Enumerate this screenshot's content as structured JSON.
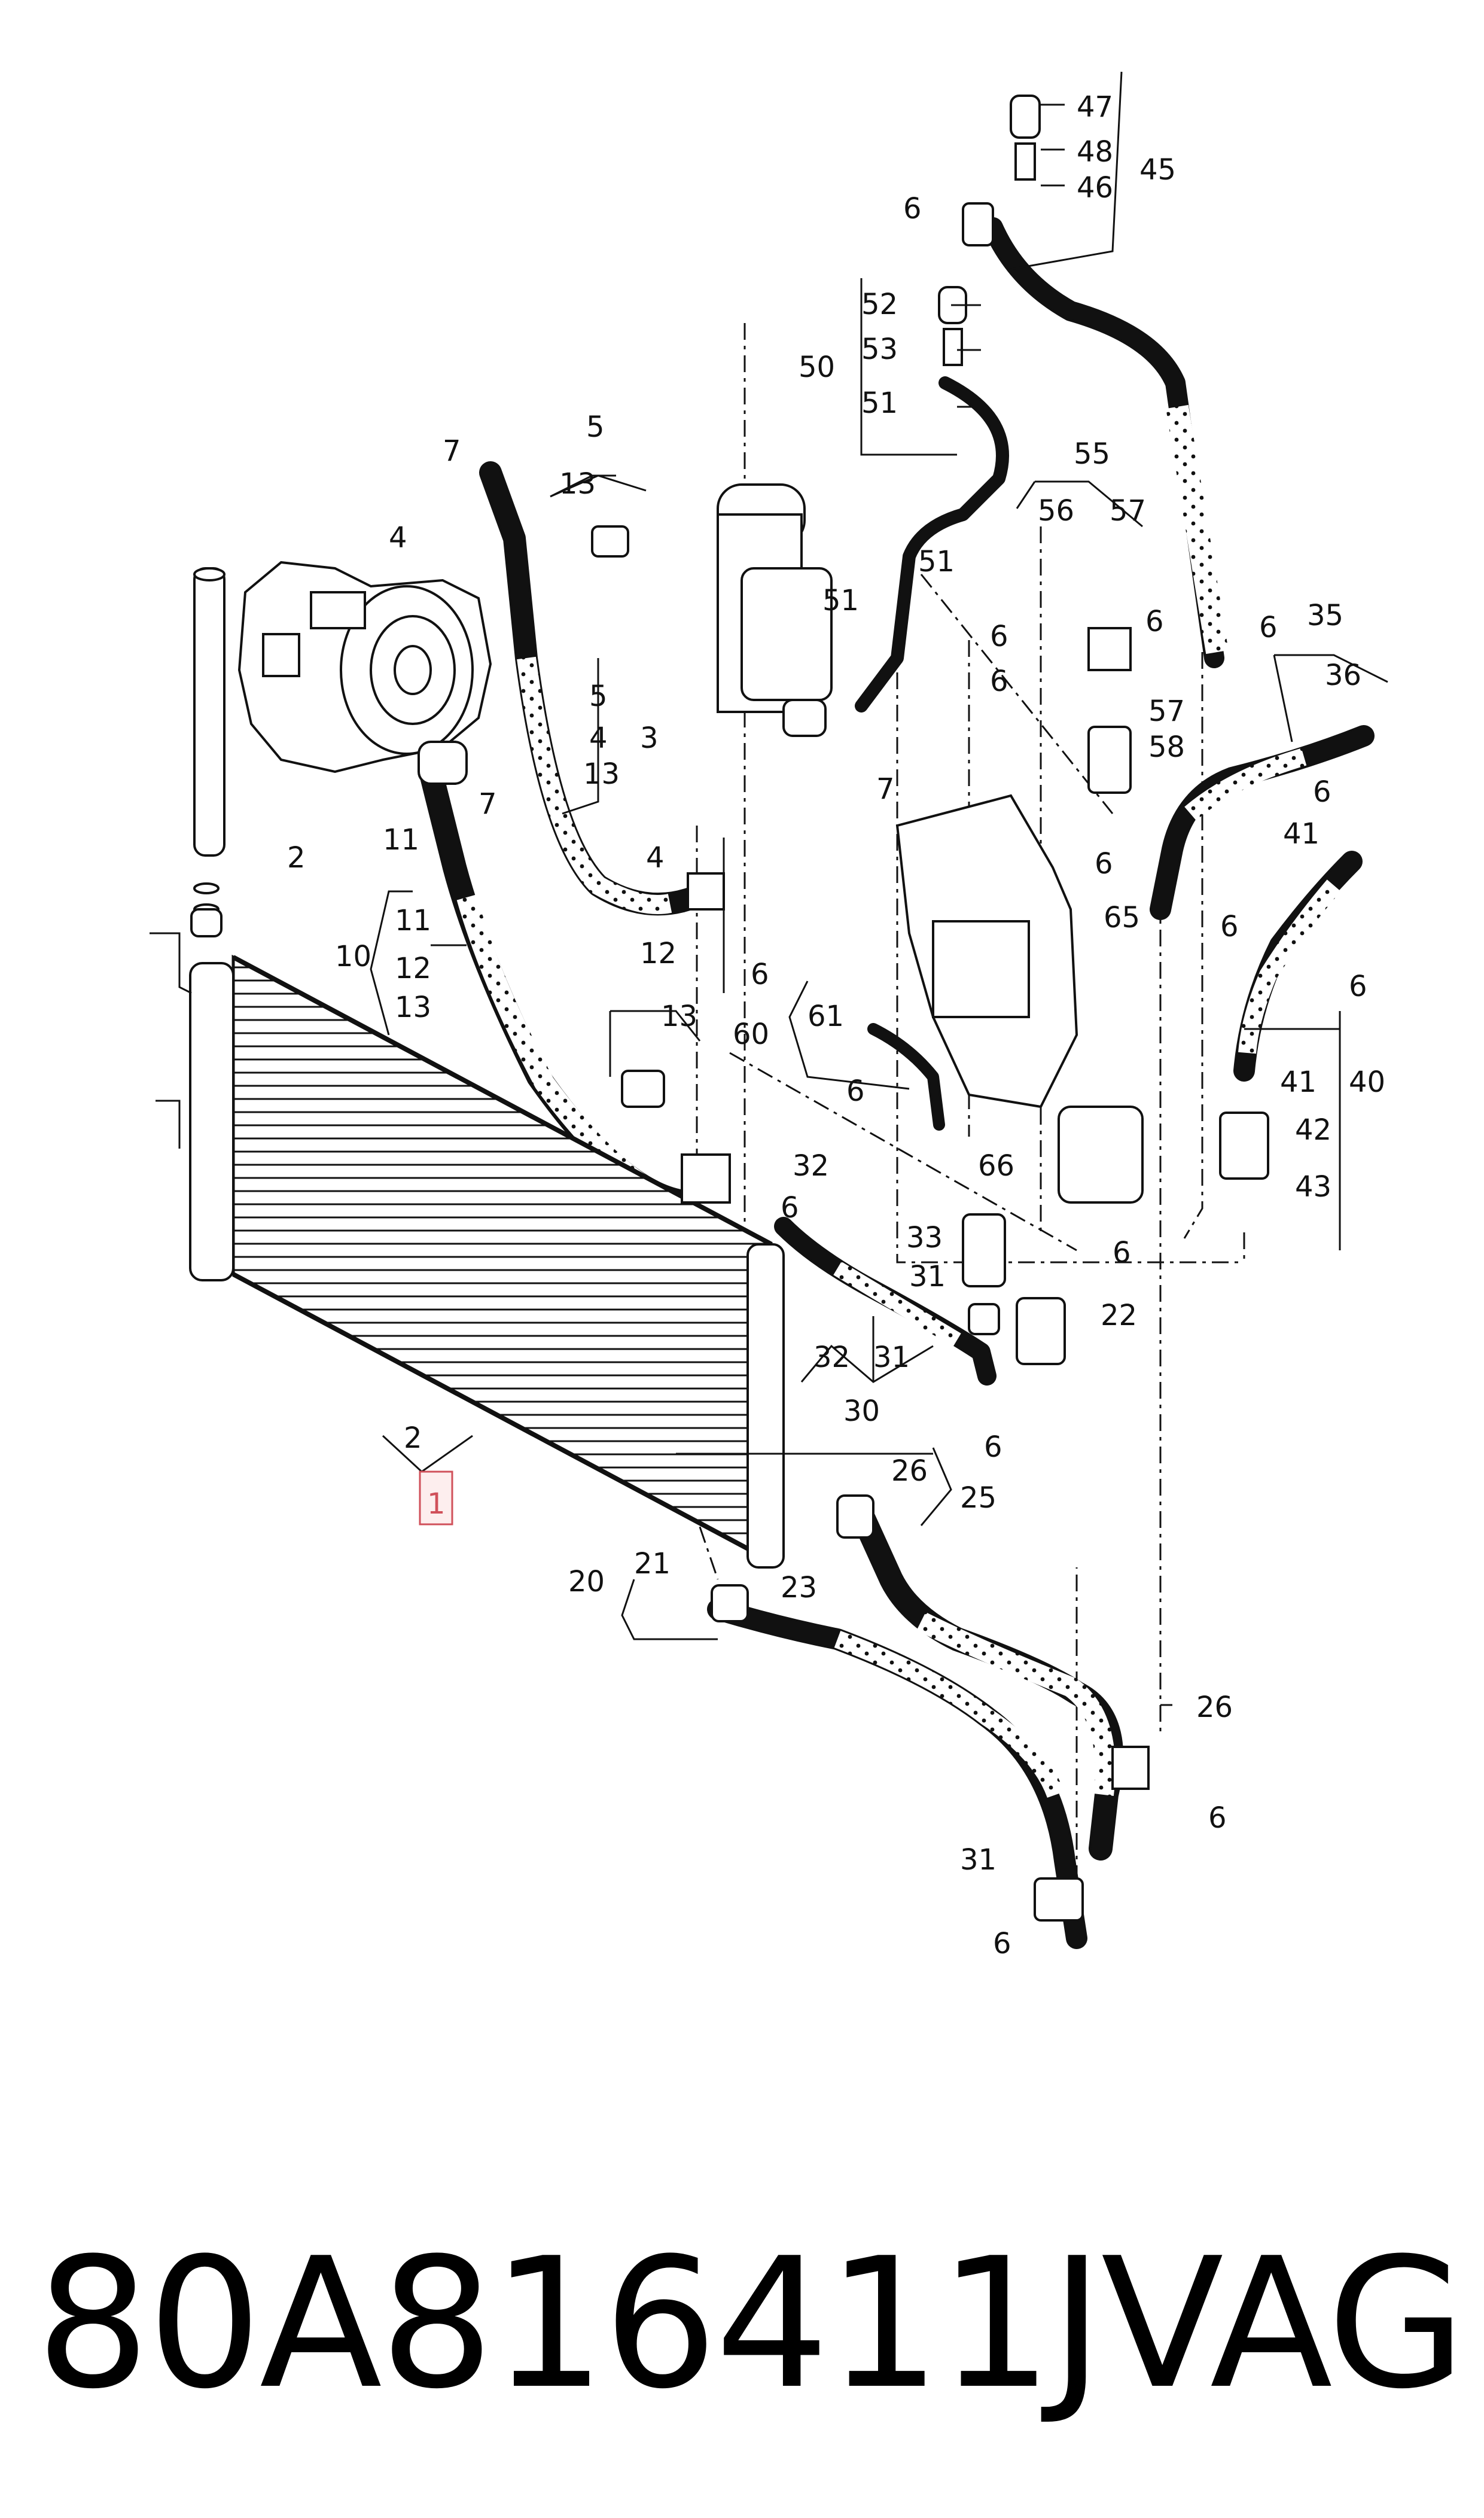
{
  "caption": {
    "part_number": "80A816411J",
    "brand": "VAG"
  },
  "highlight_color": "#d0505a",
  "callouts": [
    {
      "id": "c47",
      "text": "47"
    },
    {
      "id": "c48",
      "text": "48"
    },
    {
      "id": "c46",
      "text": "46"
    },
    {
      "id": "c45",
      "text": "45"
    },
    {
      "id": "c6a",
      "text": "6"
    },
    {
      "id": "c52",
      "text": "52"
    },
    {
      "id": "c53",
      "text": "53"
    },
    {
      "id": "c50",
      "text": "50"
    },
    {
      "id": "c51a",
      "text": "51"
    },
    {
      "id": "c55",
      "text": "55"
    },
    {
      "id": "c56",
      "text": "56"
    },
    {
      "id": "c57a",
      "text": "57"
    },
    {
      "id": "c51b",
      "text": "51"
    },
    {
      "id": "c51c",
      "text": "51"
    },
    {
      "id": "c6b",
      "text": "6"
    },
    {
      "id": "c6c",
      "text": "6"
    },
    {
      "id": "c6d",
      "text": "6"
    },
    {
      "id": "c6e",
      "text": "6"
    },
    {
      "id": "c35",
      "text": "35"
    },
    {
      "id": "c36",
      "text": "36"
    },
    {
      "id": "c57b",
      "text": "57"
    },
    {
      "id": "c58",
      "text": "58"
    },
    {
      "id": "c6f",
      "text": "6"
    },
    {
      "id": "c41a",
      "text": "41"
    },
    {
      "id": "c6g",
      "text": "6"
    },
    {
      "id": "c65",
      "text": "65"
    },
    {
      "id": "c6h",
      "text": "6"
    },
    {
      "id": "c6i",
      "text": "6"
    },
    {
      "id": "c41b",
      "text": "41"
    },
    {
      "id": "c40",
      "text": "40"
    },
    {
      "id": "c42",
      "text": "42"
    },
    {
      "id": "c43",
      "text": "43"
    },
    {
      "id": "c7a",
      "text": "7"
    },
    {
      "id": "c5a",
      "text": "5"
    },
    {
      "id": "c13a",
      "text": "13"
    },
    {
      "id": "c4a",
      "text": "4"
    },
    {
      "id": "c5b",
      "text": "5"
    },
    {
      "id": "c4b",
      "text": "4"
    },
    {
      "id": "c3",
      "text": "3"
    },
    {
      "id": "c13b",
      "text": "13"
    },
    {
      "id": "c7b",
      "text": "7"
    },
    {
      "id": "c7c",
      "text": "7"
    },
    {
      "id": "c11a",
      "text": "11"
    },
    {
      "id": "c2a",
      "text": "2"
    },
    {
      "id": "c4c",
      "text": "4"
    },
    {
      "id": "c11b",
      "text": "11"
    },
    {
      "id": "c10",
      "text": "10"
    },
    {
      "id": "c12a",
      "text": "12"
    },
    {
      "id": "c13c",
      "text": "13"
    },
    {
      "id": "c12b",
      "text": "12"
    },
    {
      "id": "c6j",
      "text": "6"
    },
    {
      "id": "c13d",
      "text": "13"
    },
    {
      "id": "c61",
      "text": "61"
    },
    {
      "id": "c60",
      "text": "60"
    },
    {
      "id": "c6k",
      "text": "6"
    },
    {
      "id": "c66",
      "text": "66"
    },
    {
      "id": "c32a",
      "text": "32"
    },
    {
      "id": "c6l",
      "text": "6"
    },
    {
      "id": "c33",
      "text": "33"
    },
    {
      "id": "c6m",
      "text": "6"
    },
    {
      "id": "c31a",
      "text": "31"
    },
    {
      "id": "c22",
      "text": "22"
    },
    {
      "id": "c32b",
      "text": "32"
    },
    {
      "id": "c31b",
      "text": "31"
    },
    {
      "id": "c30",
      "text": "30"
    },
    {
      "id": "c6n",
      "text": "6"
    },
    {
      "id": "c2b",
      "text": "2"
    },
    {
      "id": "c1",
      "text": "1",
      "highlight": true
    },
    {
      "id": "c26a",
      "text": "26"
    },
    {
      "id": "c25",
      "text": "25"
    },
    {
      "id": "c21",
      "text": "21"
    },
    {
      "id": "c20",
      "text": "20"
    },
    {
      "id": "c23",
      "text": "23"
    },
    {
      "id": "c26b",
      "text": "26"
    },
    {
      "id": "c6o",
      "text": "6"
    },
    {
      "id": "c31c",
      "text": "31"
    },
    {
      "id": "c6p",
      "text": "6"
    }
  ]
}
